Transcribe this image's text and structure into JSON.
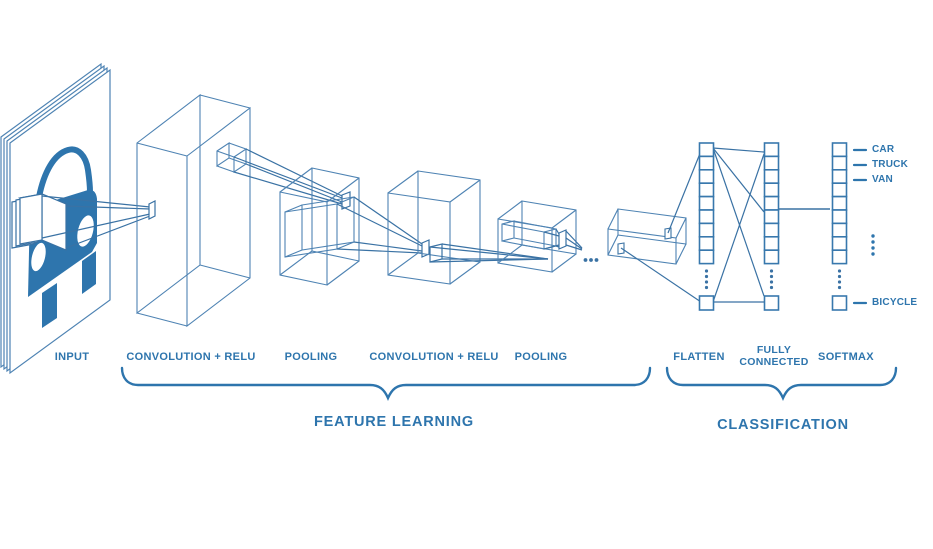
{
  "diagram": {
    "type": "cnn-architecture",
    "stages": [
      {
        "id": "input",
        "label": "INPUT"
      },
      {
        "id": "conv-relu-1",
        "label": "CONVOLUTION + RELU"
      },
      {
        "id": "pooling-1",
        "label": "POOLING"
      },
      {
        "id": "conv-relu-2",
        "label": "CONVOLUTION + RELU"
      },
      {
        "id": "pooling-2",
        "label": "POOLING"
      },
      {
        "id": "flatten",
        "label": "FLATTEN"
      },
      {
        "id": "fully-connected",
        "label": "FULLY CONNECTED"
      },
      {
        "id": "softmax",
        "label": "SOFTMAX"
      }
    ],
    "phases": [
      {
        "id": "feature-learning",
        "label": "FEATURE LEARNING"
      },
      {
        "id": "classification",
        "label": "CLASSIFICATION"
      }
    ],
    "output_classes": [
      "CAR",
      "TRUCK",
      "VAN",
      "BICYCLE"
    ],
    "ellipsis_horizontal": "...",
    "ellipsis_vertical": "⋮",
    "colors": {
      "accent_text": "#2e75ad",
      "wireframe": "#4e83b3",
      "fan_line": "#3a72a4",
      "solid_car": "#2e75ad",
      "background": "#ffffff"
    }
  }
}
